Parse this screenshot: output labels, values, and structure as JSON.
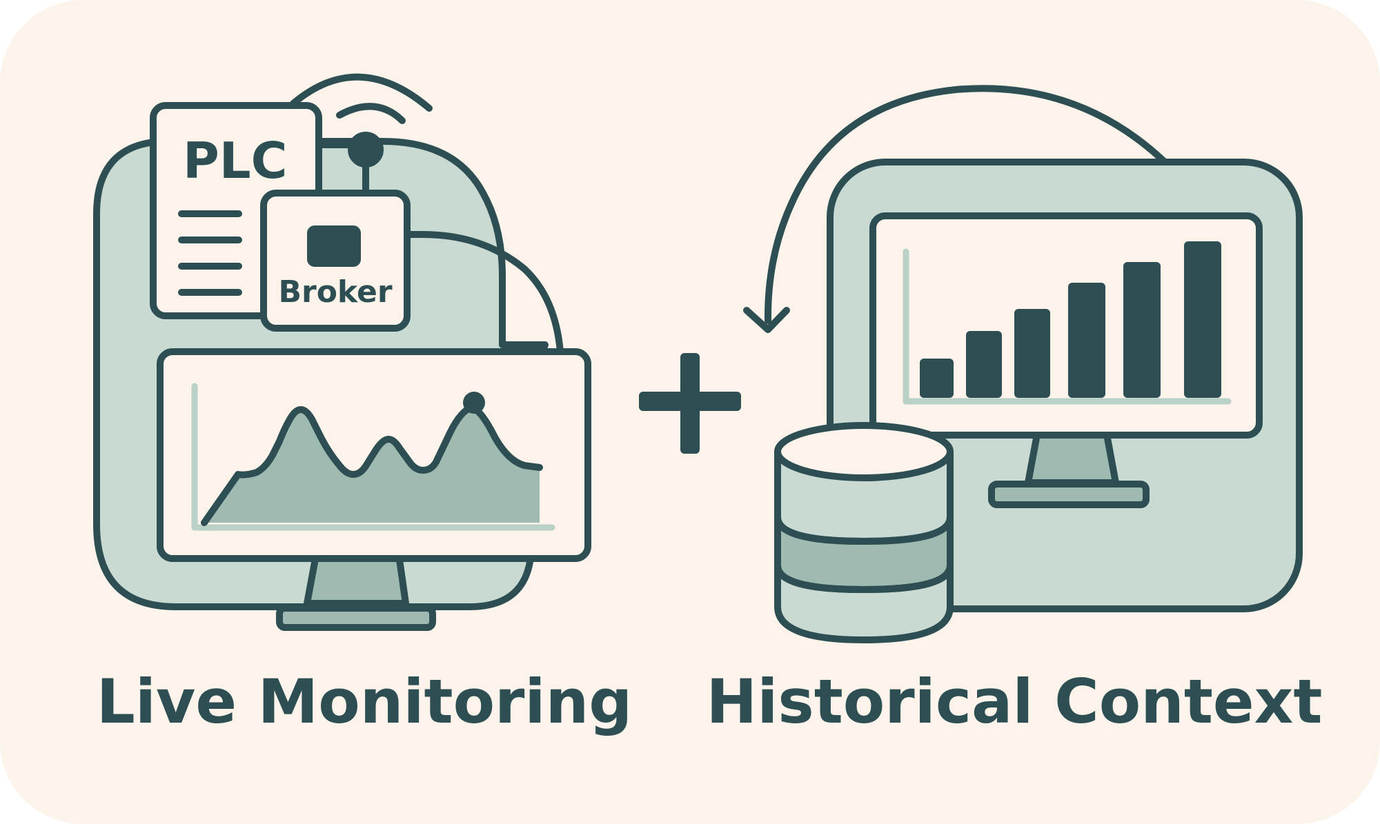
{
  "colors": {
    "background": "#fcf3ea",
    "ink": "#2d4e53",
    "fill_light": "#c8dad2",
    "fill_mid": "#9fbab0",
    "axis_light": "#b9d1c6"
  },
  "live": {
    "plc_label": "PLC",
    "broker_label": "Broker",
    "caption": "Live Monitoring"
  },
  "historical": {
    "caption": "Historical Context"
  },
  "plus_symbol": "plus-sign",
  "icons": [
    "plc-icon",
    "broker-icon",
    "wireless-signal-icon",
    "monitor-icon",
    "database-icon",
    "bar-chart-icon",
    "area-chart-icon",
    "cycle-arrow-icon"
  ]
}
